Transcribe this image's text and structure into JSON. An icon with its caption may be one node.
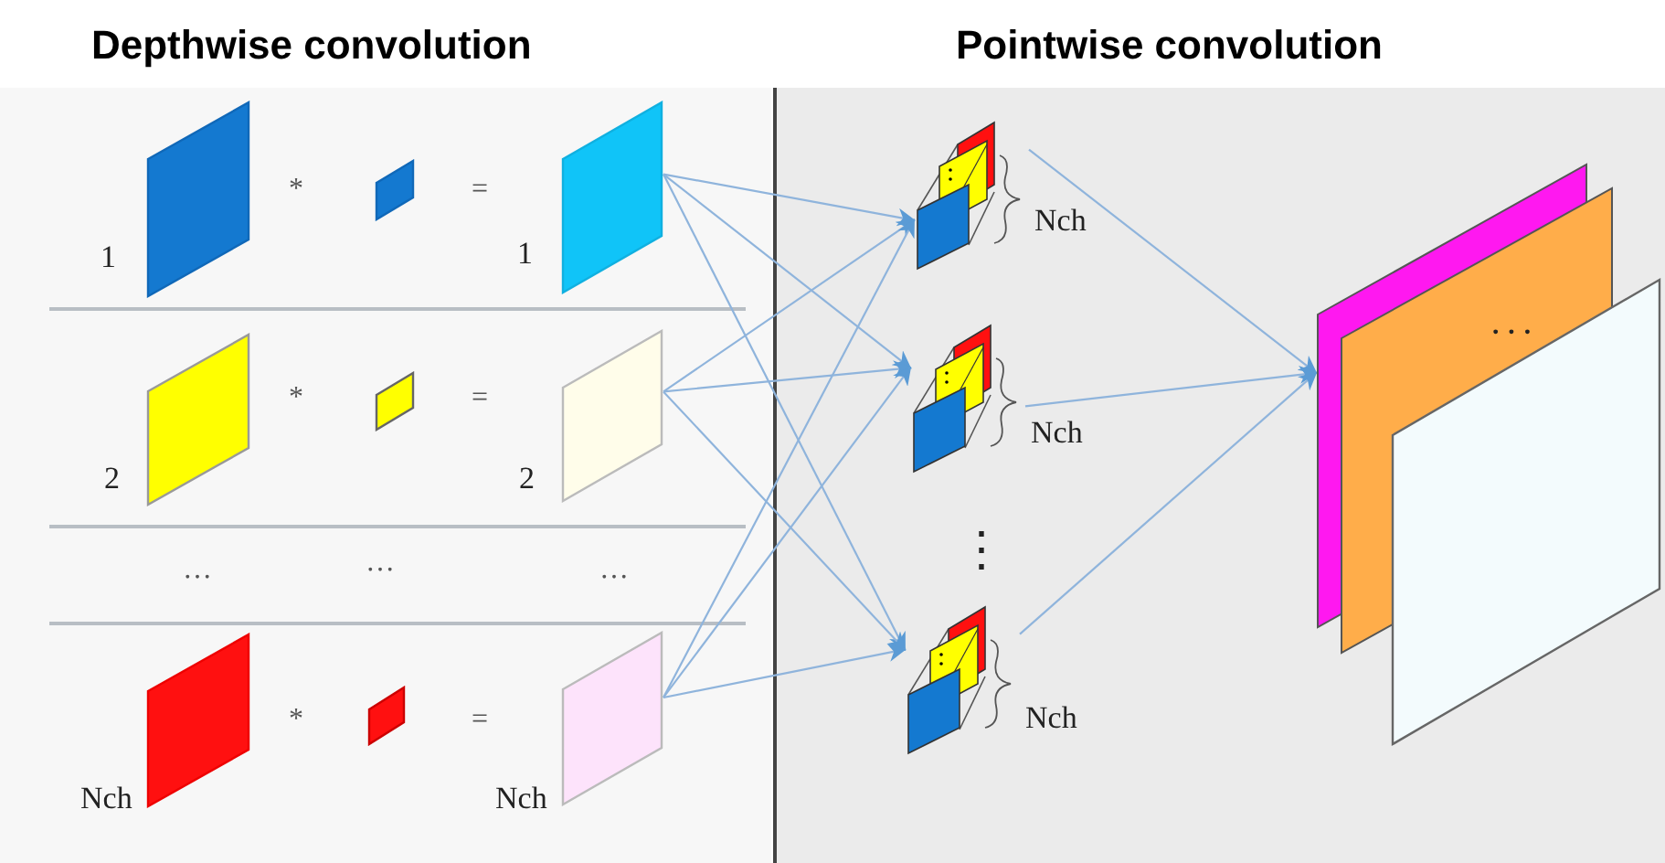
{
  "diagram": {
    "nodes": [
      {
        "text": [
          "Depthwise convolution"
        ]
      },
      {
        "text": [
          "Pointwise convolution"
        ]
      },
      {
        "text": [],
        "shape": "parallelogram",
        "in": 0,
        "beside": [
          "1"
        ]
      },
      {
        "text": [],
        "shape": "parallelogram",
        "in": 0
      },
      {
        "text": [],
        "shape": "parallelogram",
        "in": 0,
        "beside": [
          "1"
        ]
      },
      {
        "text": [],
        "shape": "parallelogram",
        "in": 0,
        "beside": [
          "2"
        ]
      },
      {
        "text": [],
        "shape": "parallelogram",
        "in": 0
      },
      {
        "text": [],
        "shape": "parallelogram",
        "in": 0,
        "beside": [
          "2"
        ]
      },
      {
        "text": [],
        "shape": "parallelogram",
        "in": 0,
        "beside": [
          "Nch"
        ]
      },
      {
        "text": [],
        "shape": "parallelogram",
        "in": 0
      },
      {
        "text": [],
        "shape": "parallelogram",
        "in": 0,
        "beside": [
          "Nch"
        ]
      },
      {
        "text": [],
        "shape": "stack",
        "in": 1,
        "beside": [
          "Nch"
        ]
      },
      {
        "text": [],
        "shape": "stack",
        "in": 1,
        "beside": [
          "Nch"
        ]
      },
      {
        "text": [],
        "shape": "stack",
        "in": 1,
        "beside": [
          "Nch"
        ]
      },
      {
        "text": [
          "···"
        ],
        "in": 1
      }
    ],
    "edges": [
      {
        "from": 4,
        "to": 11,
        "arrow": "to"
      },
      {
        "from": 4,
        "to": 12,
        "arrow": "to"
      },
      {
        "from": 4,
        "to": 13,
        "arrow": "to"
      },
      {
        "from": 7,
        "to": 11,
        "arrow": "to"
      },
      {
        "from": 7,
        "to": 12,
        "arrow": "to"
      },
      {
        "from": 7,
        "to": 13,
        "arrow": "to"
      },
      {
        "from": 10,
        "to": 11,
        "arrow": "to"
      },
      {
        "from": 10,
        "to": 12,
        "arrow": "to"
      },
      {
        "from": 10,
        "to": 13,
        "arrow": "to"
      },
      {
        "from": 11,
        "to": 14,
        "arrow": "to"
      },
      {
        "from": 12,
        "to": 14,
        "arrow": "to"
      },
      {
        "from": 13,
        "to": 14,
        "arrow": "to"
      }
    ],
    "labels": [
      "*",
      "=",
      "*",
      "=",
      "…",
      "…",
      "…",
      "*",
      "=",
      "⋮"
    ]
  }
}
